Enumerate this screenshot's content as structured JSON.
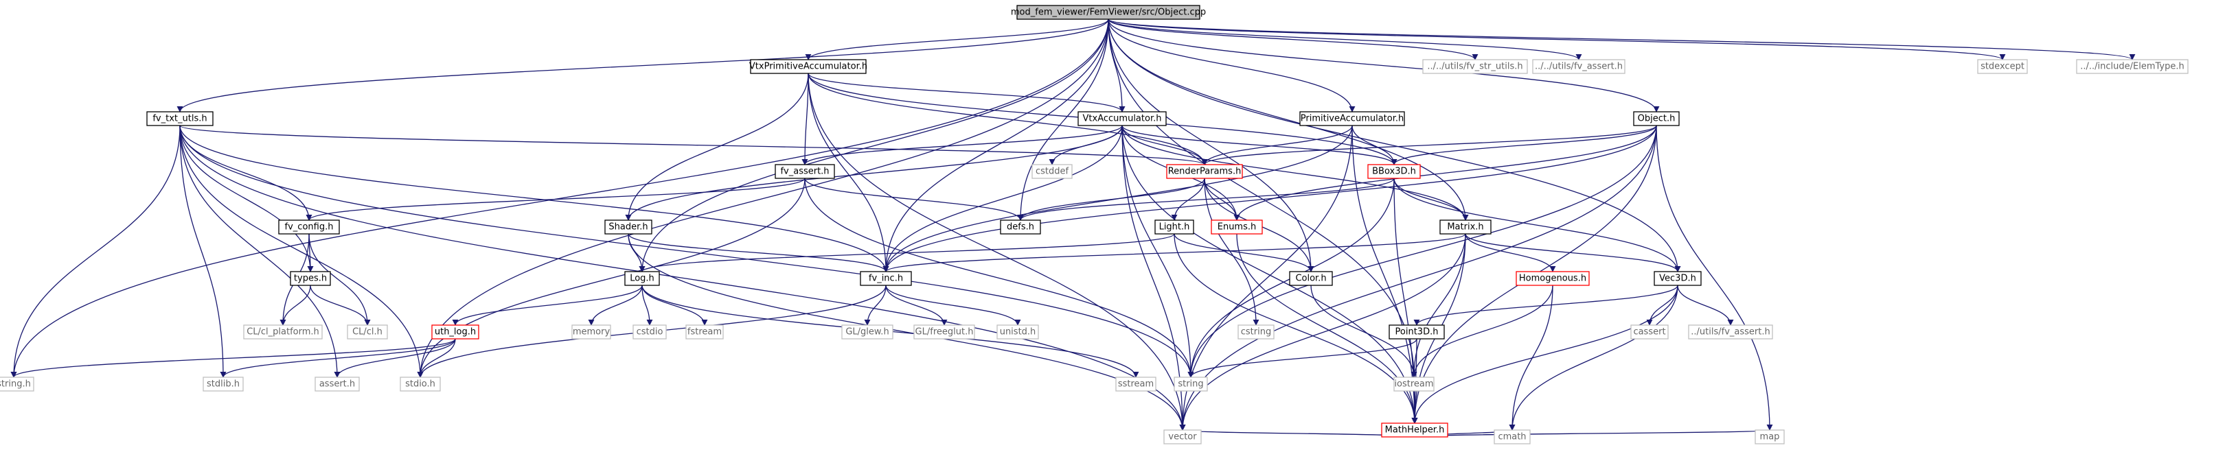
{
  "title": "mod_fem_viewer/FemViewer/src/Object.cpp",
  "colors": {
    "edge": "#191970",
    "root_fill": "#bfbfbf",
    "root_border": "#000000",
    "local_border": "#000000",
    "highlight_border": "#ff0000",
    "external_border": "#bfbfbf",
    "external_text": "#666666",
    "text": "#000000"
  },
  "nodes": {
    "root": "mod_fem_viewer/FemViewer/src/Object.cpp",
    "string_h": "string.h",
    "fv_txt_utls_h": "fv_txt_utls.h",
    "vtx_prim_acc_h": "VtxPrimitiveAccumulator.h",
    "vtx_acc_h": "VtxAccumulator.h",
    "prim_acc_h": "PrimitiveAccumulator.h",
    "object_h": "Object.h",
    "fv_str_utils_h": "../../utils/fv_str_utils.h",
    "utils_fv_assert_h": "../../utils/fv_assert.h",
    "stdexcept": "stdexcept",
    "elemtype_h": "../../include/ElemType.h",
    "fv_assert_h": "fv_assert.h",
    "cstddef": "cstddef",
    "renderparams_h": "RenderParams.h",
    "bbox3d_h": "BBox3D.h",
    "fv_config_h": "fv_config.h",
    "shader_h": "Shader.h",
    "defs_h": "defs.h",
    "light_h": "Light.h",
    "enums_h": "Enums.h",
    "matrix_h": "Matrix.h",
    "types_h": "types.h",
    "log_h": "Log.h",
    "fv_inc_h": "fv_inc.h",
    "color_h": "Color.h",
    "cstring": "cstring",
    "homogenous_h": "Homogenous.h",
    "vec3d_h": "Vec3D.h",
    "cl_platform_h": "CL/cl_platform.h",
    "cl_h": "CL/cl.h",
    "uth_log_h": "uth_log.h",
    "memory": "memory",
    "cstdio": "cstdio",
    "fstream": "fstream",
    "glew_h": "GL/glew.h",
    "freeglut_h": "GL/freeglut.h",
    "unistd_h": "unistd.h",
    "iostream": "iostream",
    "point3d_h": "Point3D.h",
    "cassert": "cassert",
    "dot_utils_fv_assert_h": "../utils/fv_assert.h",
    "string_std": "string",
    "sstream": "sstream",
    "mathhelper_h": "MathHelper.h",
    "assert_h": "assert.h",
    "stdio_h": "stdio.h",
    "stdlib_h": "stdlib.h",
    "vector": "vector",
    "cmath": "cmath",
    "map": "map"
  }
}
